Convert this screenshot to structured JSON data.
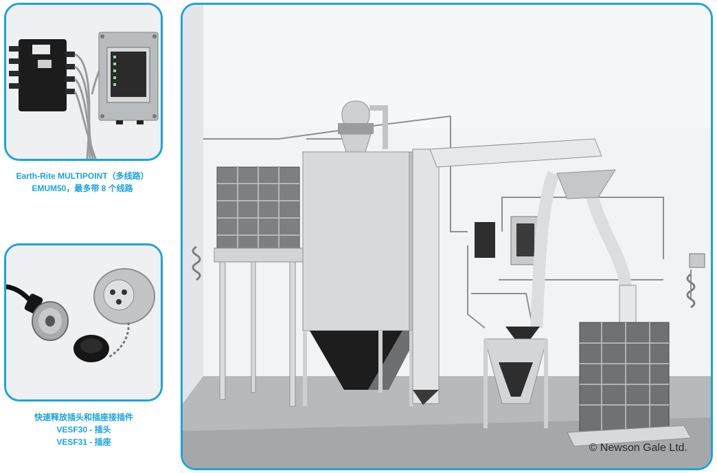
{
  "panels": {
    "multipoint": {
      "caption_line1": "Earth-Rite MULTIPOINT（多线路）",
      "caption_line2": "EMUM50，最多带 8 个线路"
    },
    "plug": {
      "caption_line1": "快速释放插头和插座接插件",
      "caption_line2": "VESF30 - 插头",
      "caption_line3": "VESF31 - 插座"
    },
    "main": {
      "copyright": "© Newson Gale Ltd."
    }
  },
  "colors": {
    "accent": "#1aa3df",
    "panel_bg": "#f4f5f6"
  }
}
